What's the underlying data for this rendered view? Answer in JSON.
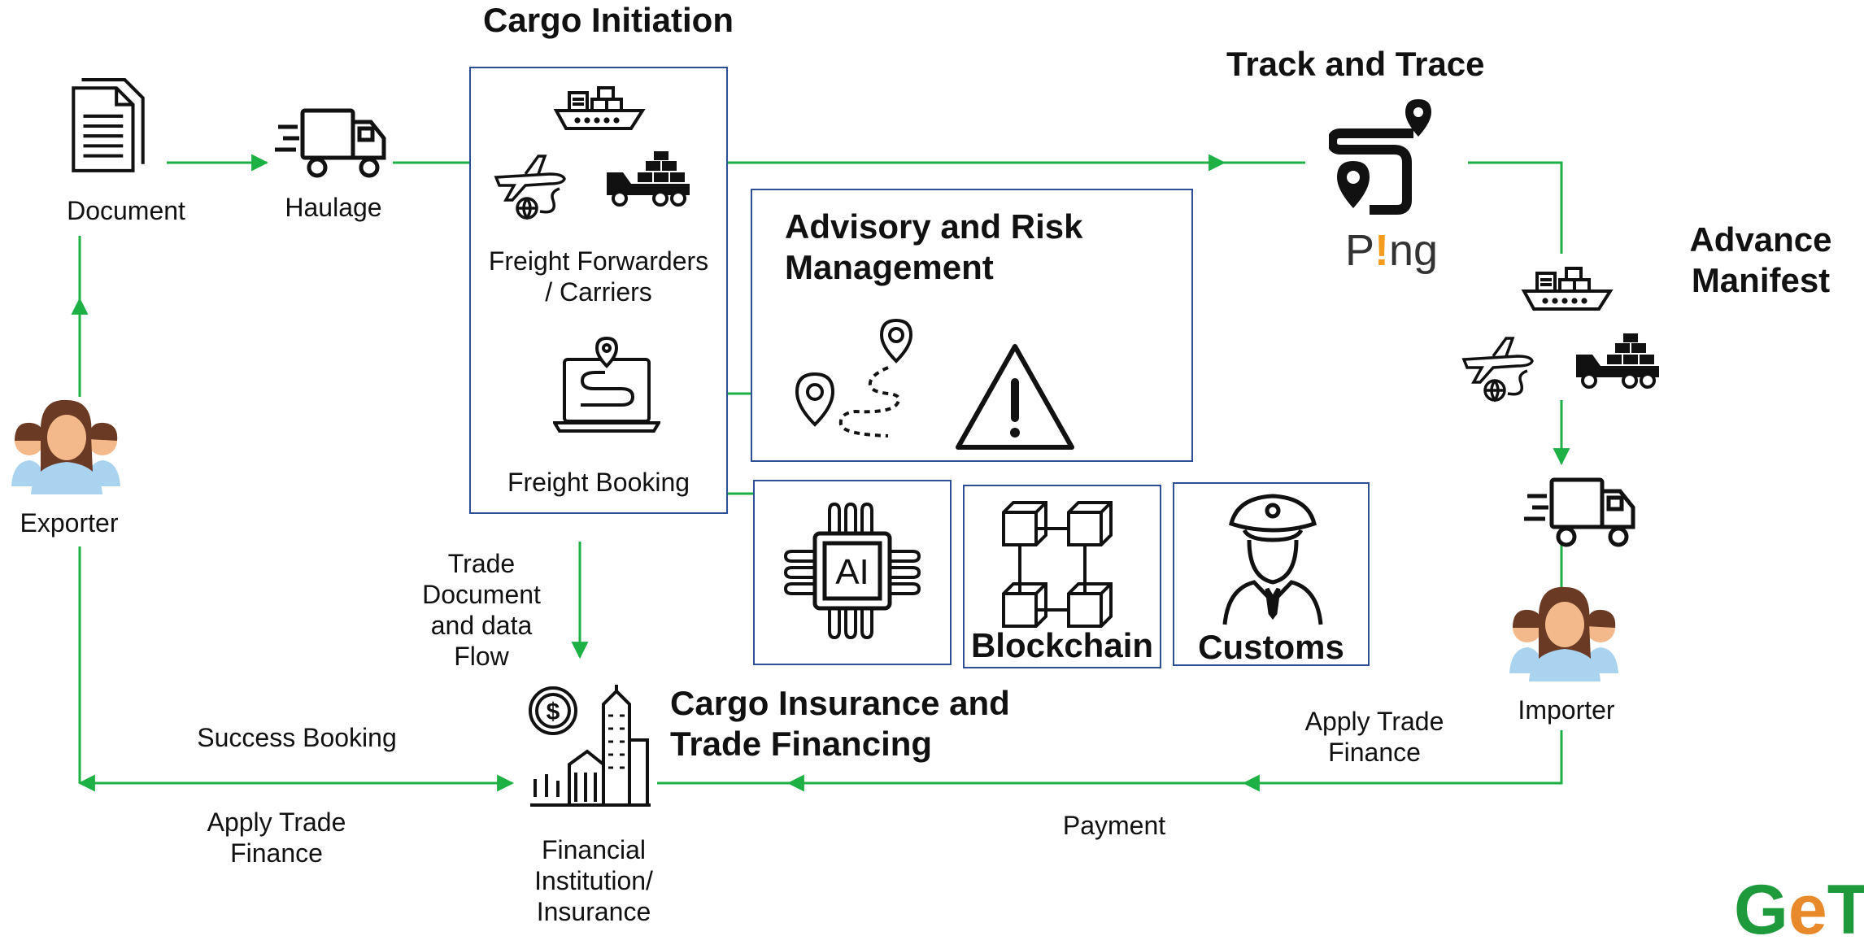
{
  "headers": {
    "cargo_initiation": "Cargo Initiation",
    "track_and_trace": "Track and Trace",
    "advance_manifest_line1": "Advance",
    "advance_manifest_line2": "Manifest",
    "advisory_line1": "Advisory and Risk",
    "advisory_line2": "Management",
    "insurance_line1": "Cargo Insurance and",
    "insurance_line2": "Trade Financing"
  },
  "labels": {
    "document": "Document",
    "haulage": "Haulage",
    "exporter": "Exporter",
    "importer": "Importer",
    "forwarders_line1": "Freight Forwarders",
    "forwarders_line2": "/ Carriers",
    "freight_booking": "Freight Booking",
    "trade_doc_line1": "Trade",
    "trade_doc_line2": "Document",
    "trade_doc_line3": "and data",
    "trade_doc_line4": "Flow",
    "success_booking": "Success Booking",
    "apply_left_line1": "Apply Trade",
    "apply_left_line2": "Finance",
    "apply_right_line1": "Apply Trade",
    "apply_right_line2": "Finance",
    "payment": "Payment",
    "financial_line1": "Financial",
    "financial_line2": "Institution/",
    "financial_line3": "Insurance",
    "blockchain": "Blockchain",
    "customs": "Customs"
  },
  "ping_logo": {
    "p": "P",
    "bang": "!",
    "rest": "ng"
  },
  "corner_logo": {
    "g": "G",
    "e": "e",
    "t": "T"
  },
  "icons": {
    "document": "document-icon",
    "haulage": "truck-icon",
    "ship": "cargo-ship-icon",
    "plane": "airplane-globe-icon",
    "cargo_truck": "cargo-truck-icon",
    "laptop": "laptop-map-icon",
    "route": "route-pins-icon",
    "warning": "warning-icon",
    "ai": "ai-chip-icon",
    "blockchain": "blockchain-cubes-icon",
    "customs": "customs-officer-icon",
    "tracking": "tracking-route-icon",
    "bank": "bank-building-icon",
    "people": "people-group-icon"
  },
  "colors": {
    "flow_line": "#1db045",
    "box_border": "#2f4f95",
    "ping_accent": "#f39c1f",
    "logo_green": "#1e9a3c",
    "logo_orange": "#e8892b",
    "skin": "#f4b98a",
    "hair": "#6b3a24",
    "shirt": "#a9d3ee"
  }
}
